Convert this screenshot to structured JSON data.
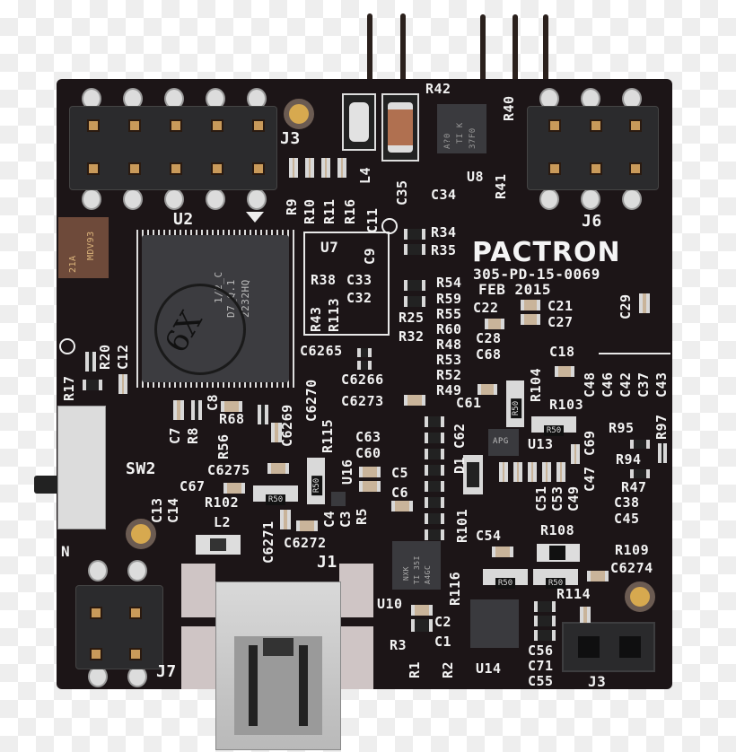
{
  "image": {
    "subject": "Pactron printed circuit board, top view",
    "background": "transparent checkerboard",
    "colors": {
      "board": "#1c1517",
      "silkscreen": "#f2f2f2",
      "gold_contact": "#c99a5a",
      "chip": "#3a3a3e",
      "checker_light": "#ffffff",
      "checker_dark": "#eeeeee"
    }
  },
  "branding": {
    "logo": "PACTRON",
    "part_number": "305-PD-15-0069",
    "date": "FEB 2015"
  },
  "connectors": {
    "j3_top": "J3",
    "j6": "J6",
    "j7": "J7",
    "j1_usb": "J1",
    "j3_bottom": "J3",
    "sw2": "SW2"
  },
  "ics": {
    "u2": "U2",
    "u2_marking": [
      "1/2_C",
      "D7_Q.1",
      "2232HQ"
    ],
    "u2_handwritten": "6X",
    "u7": "U7",
    "u8": "U8",
    "u8_marking": [
      "A?0",
      "TI K",
      "37F0"
    ],
    "u13": "U13",
    "u13_marking": "APG",
    "u14": "U14",
    "u16": "U16",
    "u10": "U10",
    "u10_marking": [
      "NXK",
      "TI 35I",
      "A4GC"
    ],
    "module_marking": [
      "MDV93",
      "21A"
    ]
  },
  "labels": {
    "top": [
      "R42",
      "R40",
      "R41",
      "C34",
      "C35",
      "L4",
      "R9",
      "R10",
      "R11",
      "R16",
      "C9",
      "C11"
    ],
    "u7_block": [
      "R38",
      "C33",
      "C32",
      "R43",
      "R113"
    ],
    "middle_column": [
      "R34",
      "R35",
      "R54",
      "R59",
      "R55",
      "R60",
      "R48",
      "R53",
      "R52",
      "R49",
      "R25",
      "R32"
    ],
    "caps_center": [
      "C22",
      "C28",
      "C68",
      "C21",
      "C27",
      "C29",
      "C18",
      "C61",
      "C62"
    ],
    "caps_right": [
      "C48",
      "C46",
      "C42",
      "C37",
      "C43"
    ],
    "resistors_right": [
      "R104",
      "R103",
      "R95",
      "R97",
      "R94",
      "R47",
      "C69",
      "C38",
      "C45",
      "C47",
      "C49",
      "C53",
      "C51"
    ],
    "left": [
      "R20",
      "C12",
      "R17",
      "C7",
      "R8",
      "C8",
      "R68",
      "R56",
      "C6275",
      "C67",
      "C13",
      "C14",
      "R102",
      "L2"
    ],
    "center": [
      "C6265",
      "C6270",
      "C6269",
      "C6266",
      "C6273",
      "R115",
      "C63",
      "C60",
      "C5",
      "C6",
      "R5",
      "C4",
      "C3",
      "C6271",
      "C6272",
      "D1",
      "R101"
    ],
    "bottom_right": [
      "C54",
      "R108",
      "R109",
      "C6274",
      "R114",
      "R116",
      "C2",
      "C1",
      "R3",
      "R1",
      "R2",
      "C56",
      "C71",
      "C55"
    ],
    "resistor_value": "R50",
    "marker_n": "N"
  }
}
